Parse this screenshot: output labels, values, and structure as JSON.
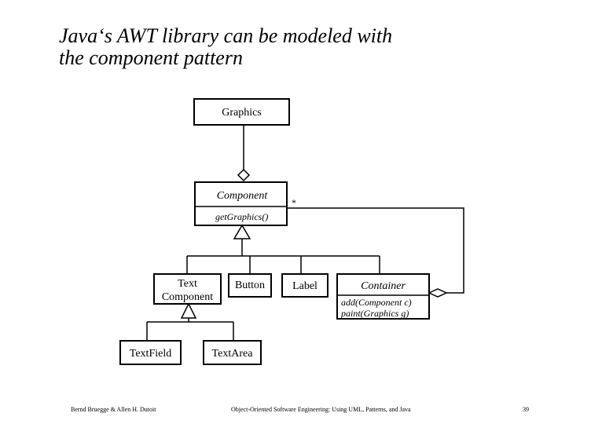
{
  "title": {
    "line1": "Java‘s AWT library can be modeled with",
    "line2": "the component pattern"
  },
  "diagram": {
    "graphics_class": "Graphics",
    "component_class": "Component",
    "component_operation": "getGraphics()",
    "multiplicity": "*",
    "text_component_line1": "Text",
    "text_component_line2": "Component",
    "button_class": "Button",
    "label_class": "Label",
    "container_class": "Container",
    "container_operation1": "add(Component c)",
    "container_operation2": "paint(Graphics g)",
    "textfield_class": "TextField",
    "textarea_class": "TextArea"
  },
  "footer": {
    "authors": "Bernd Bruegge & Allen H. Dutoit",
    "book": "Object-Oriented Software Engineering: Using UML, Patterns, and Java",
    "page": "39"
  }
}
